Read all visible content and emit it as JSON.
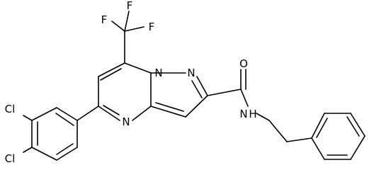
{
  "structure": {
    "atoms": [
      {
        "id": "F1",
        "label": "F"
      },
      {
        "id": "F2",
        "label": "F"
      },
      {
        "id": "F3",
        "label": "F"
      },
      {
        "id": "O1",
        "label": "O"
      },
      {
        "id": "N1",
        "label": "N"
      },
      {
        "id": "N2",
        "label": "N"
      },
      {
        "id": "N3",
        "label": "N"
      },
      {
        "id": "NH",
        "label": "N"
      },
      {
        "id": "H1",
        "label": "H"
      },
      {
        "id": "Cl1",
        "label": "Cl"
      },
      {
        "id": "Cl2",
        "label": "Cl"
      }
    ]
  },
  "colors": {
    "bond": "#000000",
    "background": "#ffffff"
  }
}
